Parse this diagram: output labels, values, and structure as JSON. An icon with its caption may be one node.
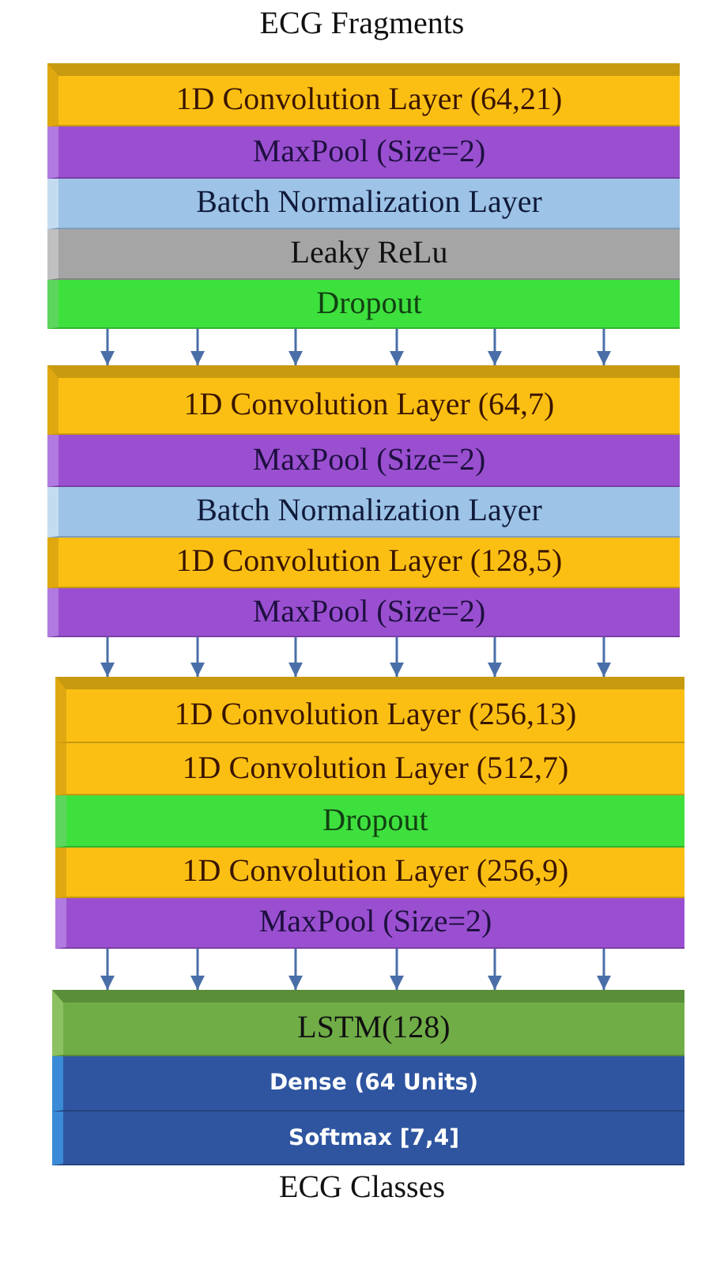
{
  "diagram": {
    "nodes": [
      {
        "text": [
          "1D Convolution Layer (64,21)"
        ]
      },
      {
        "text": [
          "MaxPool (Size=2)"
        ]
      },
      {
        "text": [
          "Batch Normalization Layer"
        ]
      },
      {
        "text": [
          "Leaky ReLu"
        ]
      },
      {
        "text": [
          "Dropout"
        ]
      },
      {
        "text": [
          "1D Convolution Layer (64,7)"
        ]
      },
      {
        "text": [
          "MaxPool (Size=2)"
        ]
      },
      {
        "text": [
          "Batch Normalization Layer"
        ]
      },
      {
        "text": [
          "1D Convolution Layer (128,5)"
        ]
      },
      {
        "text": [
          "MaxPool (Size=2)"
        ]
      },
      {
        "text": [
          "1D Convolution Layer (256,13)"
        ]
      },
      {
        "text": [
          "1D Convolution Layer (512,7)"
        ]
      },
      {
        "text": [
          "Dropout"
        ]
      },
      {
        "text": [
          "1D Convolution Layer (256,9)"
        ]
      },
      {
        "text": [
          "MaxPool (Size=2)"
        ]
      },
      {
        "text": [
          "LSTM(128)"
        ]
      },
      {
        "text": [
          "Dense (64 Units)"
        ]
      },
      {
        "text": [
          "Softmax [7,4]"
        ]
      }
    ],
    "edges": [
      {
        "from": 4,
        "to": 5,
        "arrow": "to"
      },
      {
        "from": 4,
        "to": 5,
        "arrow": "to"
      },
      {
        "from": 4,
        "to": 5,
        "arrow": "to"
      },
      {
        "from": 4,
        "to": 5,
        "arrow": "to"
      },
      {
        "from": 4,
        "to": 5,
        "arrow": "to"
      },
      {
        "from": 4,
        "to": 5,
        "arrow": "to"
      },
      {
        "from": 9,
        "to": 10,
        "arrow": "to"
      },
      {
        "from": 9,
        "to": 10,
        "arrow": "to"
      },
      {
        "from": 9,
        "to": 10,
        "arrow": "to"
      },
      {
        "from": 9,
        "to": 10,
        "arrow": "to"
      },
      {
        "from": 9,
        "to": 10,
        "arrow": "to"
      },
      {
        "from": 9,
        "to": 10,
        "arrow": "to"
      },
      {
        "from": 14,
        "to": 15,
        "arrow": "to"
      },
      {
        "from": 14,
        "to": 15,
        "arrow": "to"
      },
      {
        "from": 14,
        "to": 15,
        "arrow": "to"
      },
      {
        "from": 14,
        "to": 15,
        "arrow": "to"
      },
      {
        "from": 14,
        "to": 15,
        "arrow": "to"
      },
      {
        "from": 14,
        "to": 15,
        "arrow": "to"
      }
    ],
    "labels": [
      "ECG Fragments",
      "ECG Classes"
    ]
  }
}
